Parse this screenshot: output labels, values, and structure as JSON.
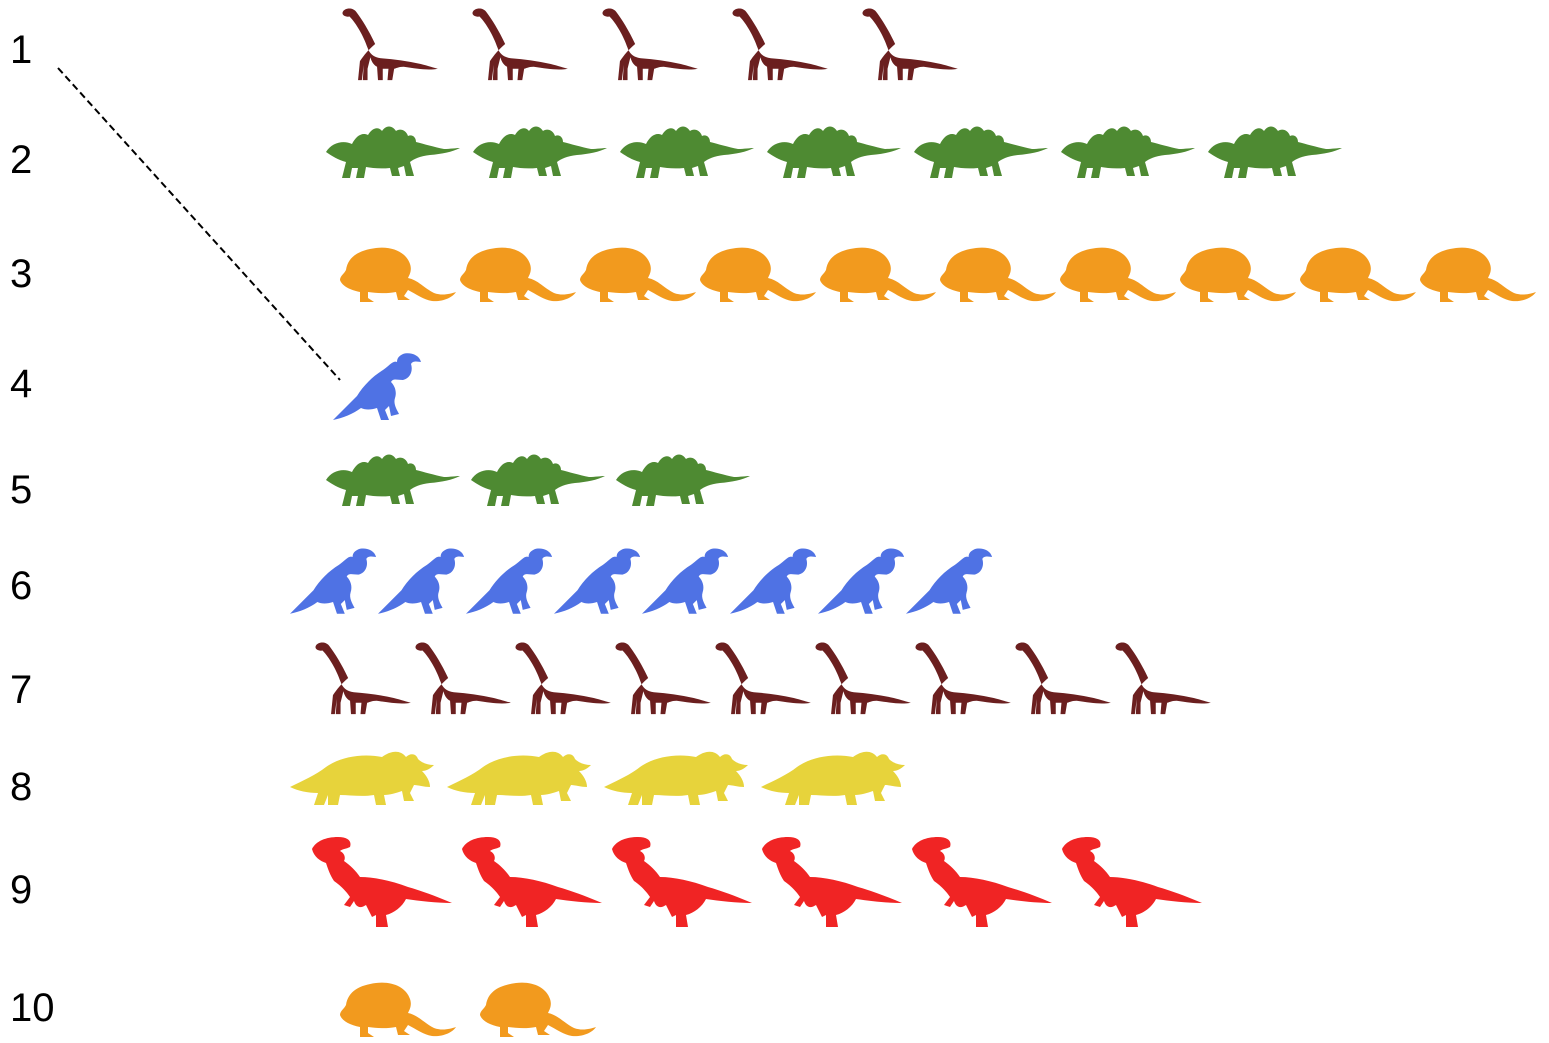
{
  "colors": {
    "brachiosaurus": "#6b1f1f",
    "stegosaurus": "#4e8a32",
    "dimetrodon": "#f29a1e",
    "parasaurolophus": "#4f72e4",
    "triceratops": "#e7d33b",
    "trex": "#f02424"
  },
  "rows": [
    {
      "number": "1",
      "dinosaur": "brachiosaurus",
      "count": 5
    },
    {
      "number": "2",
      "dinosaur": "stegosaurus",
      "count": 7
    },
    {
      "number": "3",
      "dinosaur": "dimetrodon",
      "count": 10
    },
    {
      "number": "4",
      "dinosaur": "parasaurolophus",
      "count": 1
    },
    {
      "number": "5",
      "dinosaur": "stegosaurus",
      "count": 3
    },
    {
      "number": "6",
      "dinosaur": "parasaurolophus",
      "count": 8
    },
    {
      "number": "7",
      "dinosaur": "brachiosaurus",
      "count": 9
    },
    {
      "number": "8",
      "dinosaur": "triceratops",
      "count": 4
    },
    {
      "number": "9",
      "dinosaur": "trex",
      "count": 6
    },
    {
      "number": "10",
      "dinosaur": "dimetrodon",
      "count": 2
    }
  ],
  "connector": {
    "from_row": "1",
    "to_row": "4",
    "style": "dashed"
  }
}
